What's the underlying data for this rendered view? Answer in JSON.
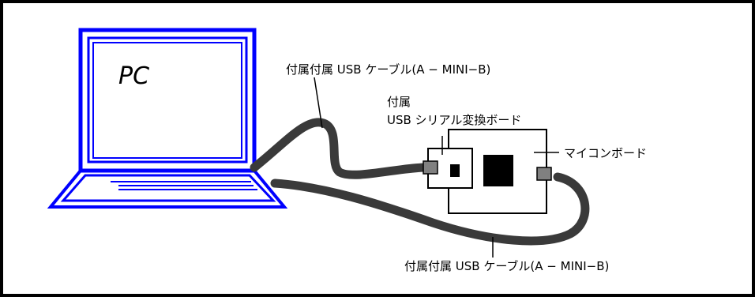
{
  "pc_label": "PC",
  "labels": {
    "cable_top": "付属付属 USB ケーブル(A − MINI−B)",
    "cable_bottom": "付属付属 USB ケーブル(A − MINI−B)",
    "serial_board_line1": "付属",
    "serial_board_line2": "USB シリアル変換ボード",
    "mcu_board": "マイコンボード"
  },
  "colors": {
    "laptop": "#0000ff",
    "cable": "#3a3a3a",
    "connector": "#808080",
    "outline": "#000000"
  }
}
